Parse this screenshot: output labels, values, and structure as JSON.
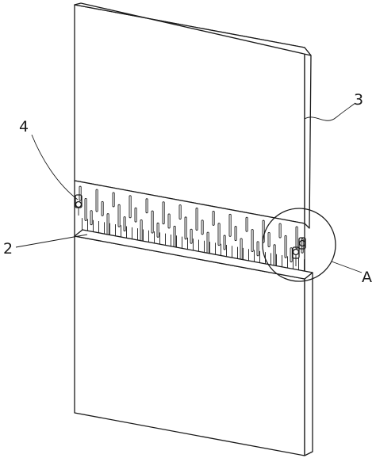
{
  "labels": {
    "upper_panel": "3",
    "fastener": "4",
    "joint_strip": "2",
    "detail": "A"
  },
  "colors": {
    "line": "#1a1a1a",
    "background": "#ffffff"
  }
}
